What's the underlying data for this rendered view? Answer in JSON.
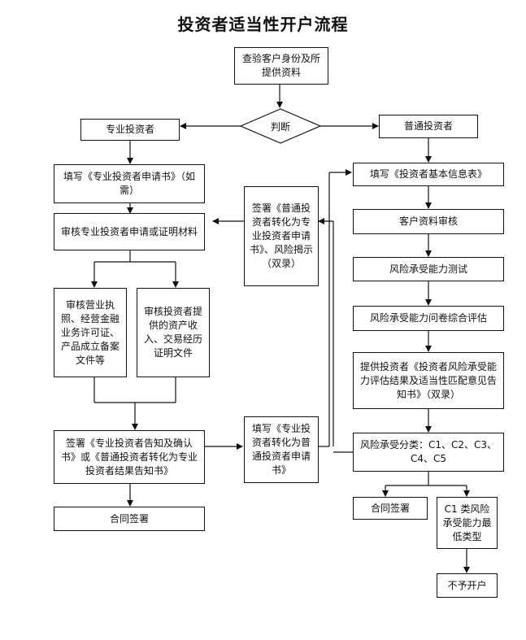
{
  "title": "投资者适当性开户流程",
  "nodes": {
    "verify": "查验客户身份及所提供资料",
    "judge": "判断",
    "professional": "专业投资者",
    "ordinary": "普通投资者",
    "fill_pro_app": "填写《专业投资者申请书》（如需）",
    "review_pro_app": "审核专业投资者申请或证明材料",
    "review_license": "审核营业执照、经营金融业务许可证、产品成立备案文件等",
    "review_assets": "审核投资者提供的资产收入、交易经历证明文件",
    "sign_pro_notice": "签署《专业投资者告知及确认书》或《普通投资者转化为专业投资者结果告知书》",
    "contract_left": "合同签署",
    "sign_convert": "签署《普通投资者转化为专业投资者申请书》、风险揭示（双录）",
    "fill_convert": "填写《专业投资者转化为普通投资者申请书》",
    "fill_basic": "填写《投资者基本信息表》",
    "review_data": "客户资料审核",
    "risk_test": "风险承受能力测试",
    "risk_eval": "风险承受能力问卷综合评估",
    "provide_notice": "提供投资者《投资者风险承受能力评估结果及适当性匹配意见告知书》（双录）",
    "risk_class": "风险承受分类：C1、C2、C3、C4、C5",
    "contract_right": "合同签署",
    "c1_lowest": "C1 类风险承受能力最低类型",
    "no_account": "不予开户"
  }
}
